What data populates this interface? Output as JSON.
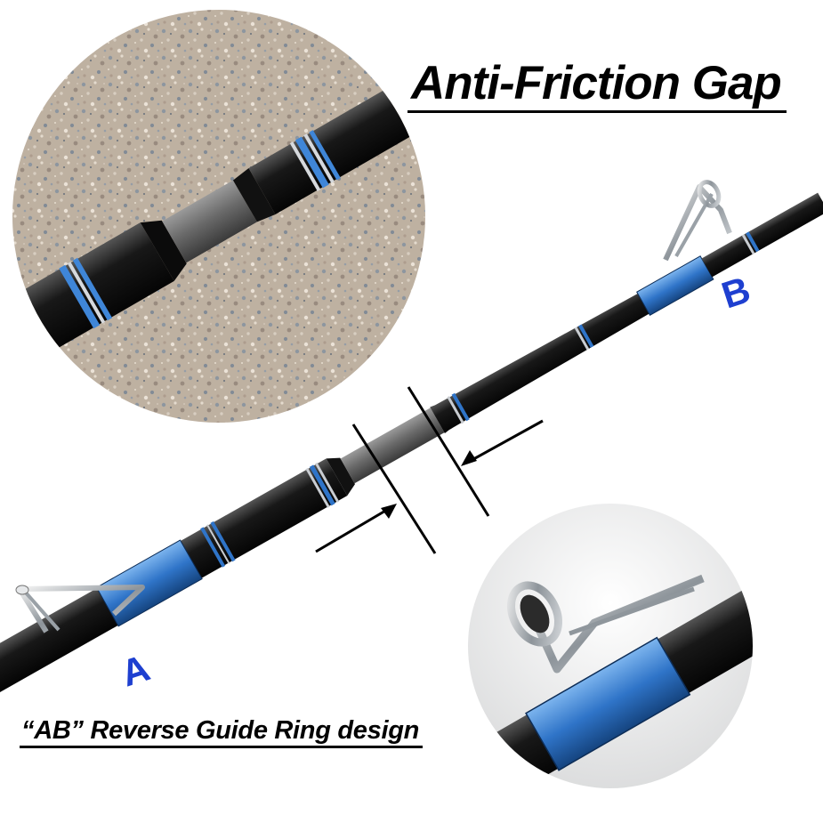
{
  "title": "Anti-Friction Gap",
  "subtitle": "“AB” Reverse Guide Ring design",
  "labels": {
    "a": "A",
    "b": "B"
  },
  "colors": {
    "rod_black": "#141414",
    "wrap_blue": "#2f74c8",
    "label_blue": "#1e3fd0",
    "guide_chrome": "#bfc4c8",
    "stone": "#b9ab9c",
    "gap_grey": "#6d6d6d"
  }
}
